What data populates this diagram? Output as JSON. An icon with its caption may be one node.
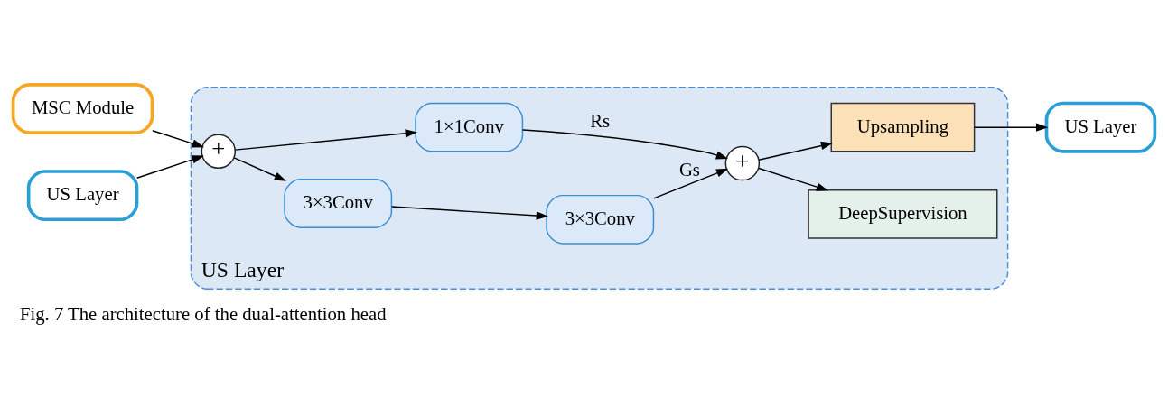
{
  "diagram": {
    "caption": "Fig. 7 The architecture of the dual-attention head",
    "nodes": [
      {
        "text": [
          "MSC Module"
        ]
      },
      {
        "text": [
          "US Layer"
        ]
      },
      {
        "text": [
          "US Layer"
        ]
      },
      {
        "text": [
          "+"
        ],
        "in": 2
      },
      {
        "text": [
          "3×3Conv"
        ],
        "in": 2
      },
      {
        "text": [
          "3×3Conv"
        ],
        "in": 2
      },
      {
        "text": [
          "1×1Conv"
        ],
        "in": 2
      },
      {
        "text": [
          "+"
        ],
        "in": 2
      },
      {
        "text": [
          "DeepSupervision"
        ],
        "in": 2
      },
      {
        "text": [
          "Upsampling"
        ],
        "in": 2
      },
      {
        "text": [
          "US Layer"
        ]
      }
    ],
    "edges": [
      {
        "from": 0,
        "to": 3,
        "arrow": "to"
      },
      {
        "from": 1,
        "to": 3,
        "arrow": "to"
      },
      {
        "from": 3,
        "to": 4,
        "arrow": "to"
      },
      {
        "from": 4,
        "to": 5,
        "arrow": "to"
      },
      {
        "from": 5,
        "to": 7,
        "arrow": "to",
        "label": "Gs"
      },
      {
        "from": 3,
        "to": 6,
        "arrow": "to"
      },
      {
        "from": 6,
        "to": 7,
        "arrow": "to",
        "label": "Rs"
      },
      {
        "from": 7,
        "to": 8,
        "arrow": "to"
      },
      {
        "from": 7,
        "to": 9,
        "arrow": "to"
      },
      {
        "from": 9,
        "to": 10,
        "arrow": "to"
      }
    ]
  }
}
